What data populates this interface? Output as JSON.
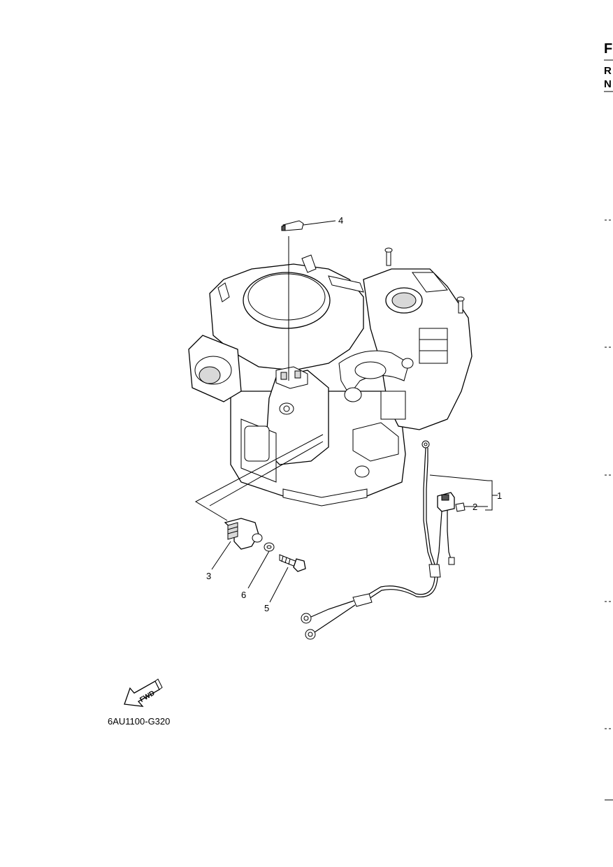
{
  "edge_tabs": {
    "first": "F",
    "second": "R",
    "third": "N"
  },
  "callouts": [
    {
      "number": "1",
      "part": "wire-lead"
    },
    {
      "number": "2",
      "part": "fuse"
    },
    {
      "number": "3",
      "part": "bracket"
    },
    {
      "number": "4",
      "part": "connector-cap"
    },
    {
      "number": "5",
      "part": "bolt"
    },
    {
      "number": "6",
      "part": "washer"
    }
  ],
  "direction_label": "FWD",
  "figure_code": "6AU1100-G320"
}
